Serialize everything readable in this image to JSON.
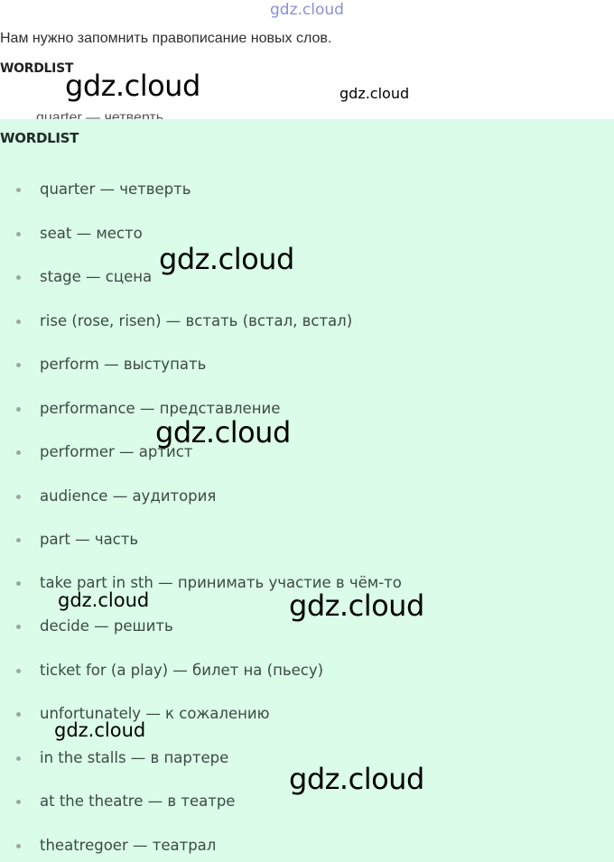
{
  "header": {
    "watermark": "gdz.cloud"
  },
  "intro_text": "Нам нужно запомнить правописание новых слов.",
  "heading_small": "WORDLIST",
  "ghost_row": "quarter — четверть",
  "panel": {
    "heading": "WORDLIST",
    "items": [
      "quarter — четверть",
      "seat — место",
      "stage — сцена",
      "rise (rose, risen) — встать (встал, встал)",
      "perform — выступать",
      "performance — представление",
      "performer — артист",
      "audience — аудитория",
      "part — часть",
      "take part in sth — принимать участие в чём-то",
      "decide — решить",
      "ticket for (a play) — билет на (пьесу)",
      "unfortunately — к сожалению",
      "in the stalls — в партере",
      "at the theatre — в театре",
      "theatregoer — театрал"
    ]
  },
  "watermarks": [
    "gdz.cloud",
    "gdz.cloud",
    "gdz.cloud",
    "gdz.cloud",
    "gdz.cloud",
    "gdz.cloud",
    "gdz.cloud",
    "gdz.cloud",
    "gdz.cloud"
  ],
  "colors": {
    "panel_bg": "#dafce8",
    "bullet": "#9aa8a2",
    "text": "#3b4a45"
  }
}
